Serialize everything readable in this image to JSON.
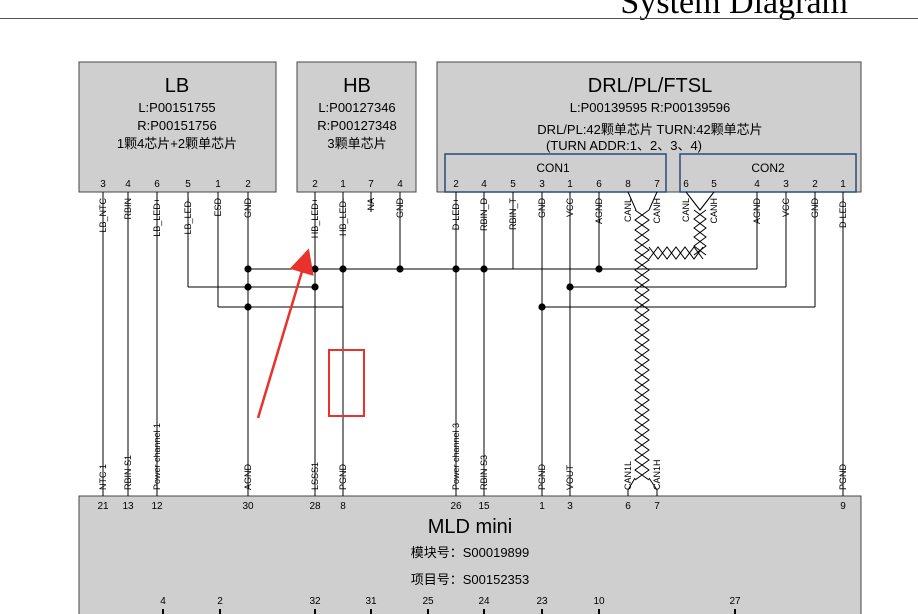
{
  "page_title": "System Diagram",
  "modules": {
    "lb": {
      "name": "LB",
      "line1": "L:P00151755",
      "line2": "R:P00151756",
      "line3": "1颗4芯片+2颗单芯片"
    },
    "hb": {
      "name": "HB",
      "line1": "L:P00127346",
      "line2": "R:P00127348",
      "line3": "3颗单芯片"
    },
    "drl": {
      "name": "DRL/PL/FTSL",
      "line1": "L:P00139595  R:P00139596",
      "line2": "DRL/PL:42颗单芯片   TURN:42颗单芯片",
      "line3": "(TURN ADDR:1、2、3、4)",
      "con1": "CON1",
      "con2": "CON2"
    },
    "mld": {
      "name": "MLD mini",
      "line1": "模块号：S00019899",
      "line2": "项目号：S00152353"
    }
  },
  "pins": {
    "lb": [
      {
        "num": "3",
        "name": "LB_NTC"
      },
      {
        "num": "4",
        "name": "RBIN"
      },
      {
        "num": "6",
        "name": "LB_LED+"
      },
      {
        "num": "5",
        "name": "LB_LED-"
      },
      {
        "num": "1",
        "name": "ESD"
      },
      {
        "num": "2",
        "name": "GND"
      }
    ],
    "hb": [
      {
        "num": "2",
        "name": "HB_LED+"
      },
      {
        "num": "1",
        "name": "HB_LED-"
      },
      {
        "num": "7",
        "name": "NA"
      },
      {
        "num": "4",
        "name": "GND"
      }
    ],
    "con1": [
      {
        "num": "2",
        "name": "D-LED+"
      },
      {
        "num": "4",
        "name": "RBIN_D"
      },
      {
        "num": "5",
        "name": "RBIN_T"
      },
      {
        "num": "3",
        "name": "GND"
      },
      {
        "num": "1",
        "name": "VCC"
      },
      {
        "num": "6",
        "name": "AGND"
      },
      {
        "num": "8",
        "name": "CANL"
      },
      {
        "num": "7",
        "name": "CANH"
      }
    ],
    "con2": [
      {
        "num": "6",
        "name": "CANL"
      },
      {
        "num": "5",
        "name": "CANH"
      },
      {
        "num": "4",
        "name": "AGND"
      },
      {
        "num": "3",
        "name": "VCC"
      },
      {
        "num": "2",
        "name": "GND"
      },
      {
        "num": "1",
        "name": "D-LED-"
      }
    ],
    "mld_top": [
      {
        "num": "21",
        "name": "NTC 1"
      },
      {
        "num": "13",
        "name": "RBIN S1"
      },
      {
        "num": "12",
        "name": "Power channel 1"
      },
      {
        "num": "30",
        "name": "AGND"
      },
      {
        "num": "28",
        "name": "LSSS1"
      },
      {
        "num": "8",
        "name": "PGND"
      },
      {
        "num": "26",
        "name": "Power channel 3"
      },
      {
        "num": "15",
        "name": "RBIN S3"
      },
      {
        "num": "1",
        "name": "PGND"
      },
      {
        "num": "3",
        "name": "VOUT"
      },
      {
        "num": "6",
        "name": "CAN1L"
      },
      {
        "num": "7",
        "name": "CAN1H"
      },
      {
        "num": "9",
        "name": "PGND"
      }
    ],
    "mld_bottom": [
      "4",
      "2",
      "32",
      "31",
      "25",
      "24",
      "23",
      "10",
      "27"
    ]
  },
  "colors": {
    "box_fill": "#cfcfcf",
    "connector_border": "#2b4a78",
    "annotation": "#e8322b",
    "wire": "#000000"
  }
}
